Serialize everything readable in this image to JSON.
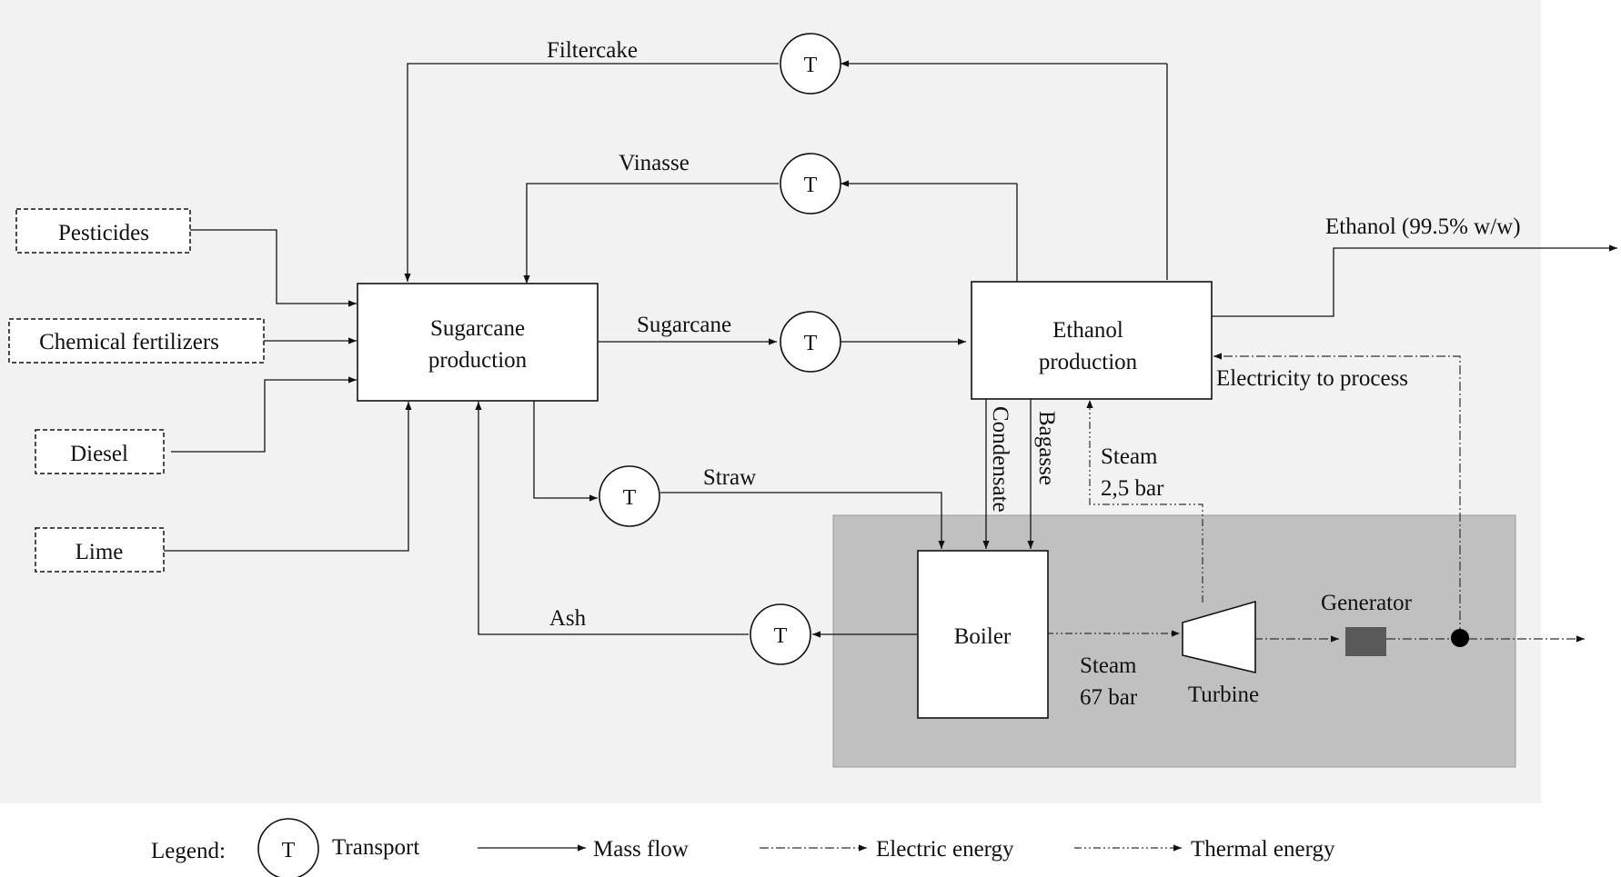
{
  "colors": {
    "system_background": "#f2f2f2",
    "cogeneration_area": "#c0c0c0",
    "generator": "#595959",
    "line": "#111111"
  },
  "inputs": [
    "Pesticides",
    "Chemical fertilizers",
    "Diesel",
    "Lime"
  ],
  "processes": {
    "sugarcane_production": [
      "Sugarcane",
      "production"
    ],
    "ethanol_production": [
      "Ethanol",
      "production"
    ],
    "boiler": "Boiler",
    "turbine": "Turbine",
    "generator": "Generator"
  },
  "transport_symbol": "T",
  "flows": {
    "filtercake": "Filtercake",
    "vinasse": "Vinasse",
    "sugarcane": "Sugarcane",
    "straw": "Straw",
    "ash": "Ash",
    "ethanol_output": "Ethanol (99.5% w/w)",
    "electricity_to_process": "Electricity to process",
    "condensate": "Condensate",
    "bagasse": "Bagasse",
    "steam_low": [
      "Steam",
      "2,5 bar"
    ],
    "steam_high": [
      "Steam",
      "67 bar"
    ]
  },
  "legend": {
    "title": "Legend:",
    "transport": "Transport",
    "mass_flow": "Mass flow",
    "electric_energy": "Electric energy",
    "thermal_energy": "Thermal energy"
  }
}
